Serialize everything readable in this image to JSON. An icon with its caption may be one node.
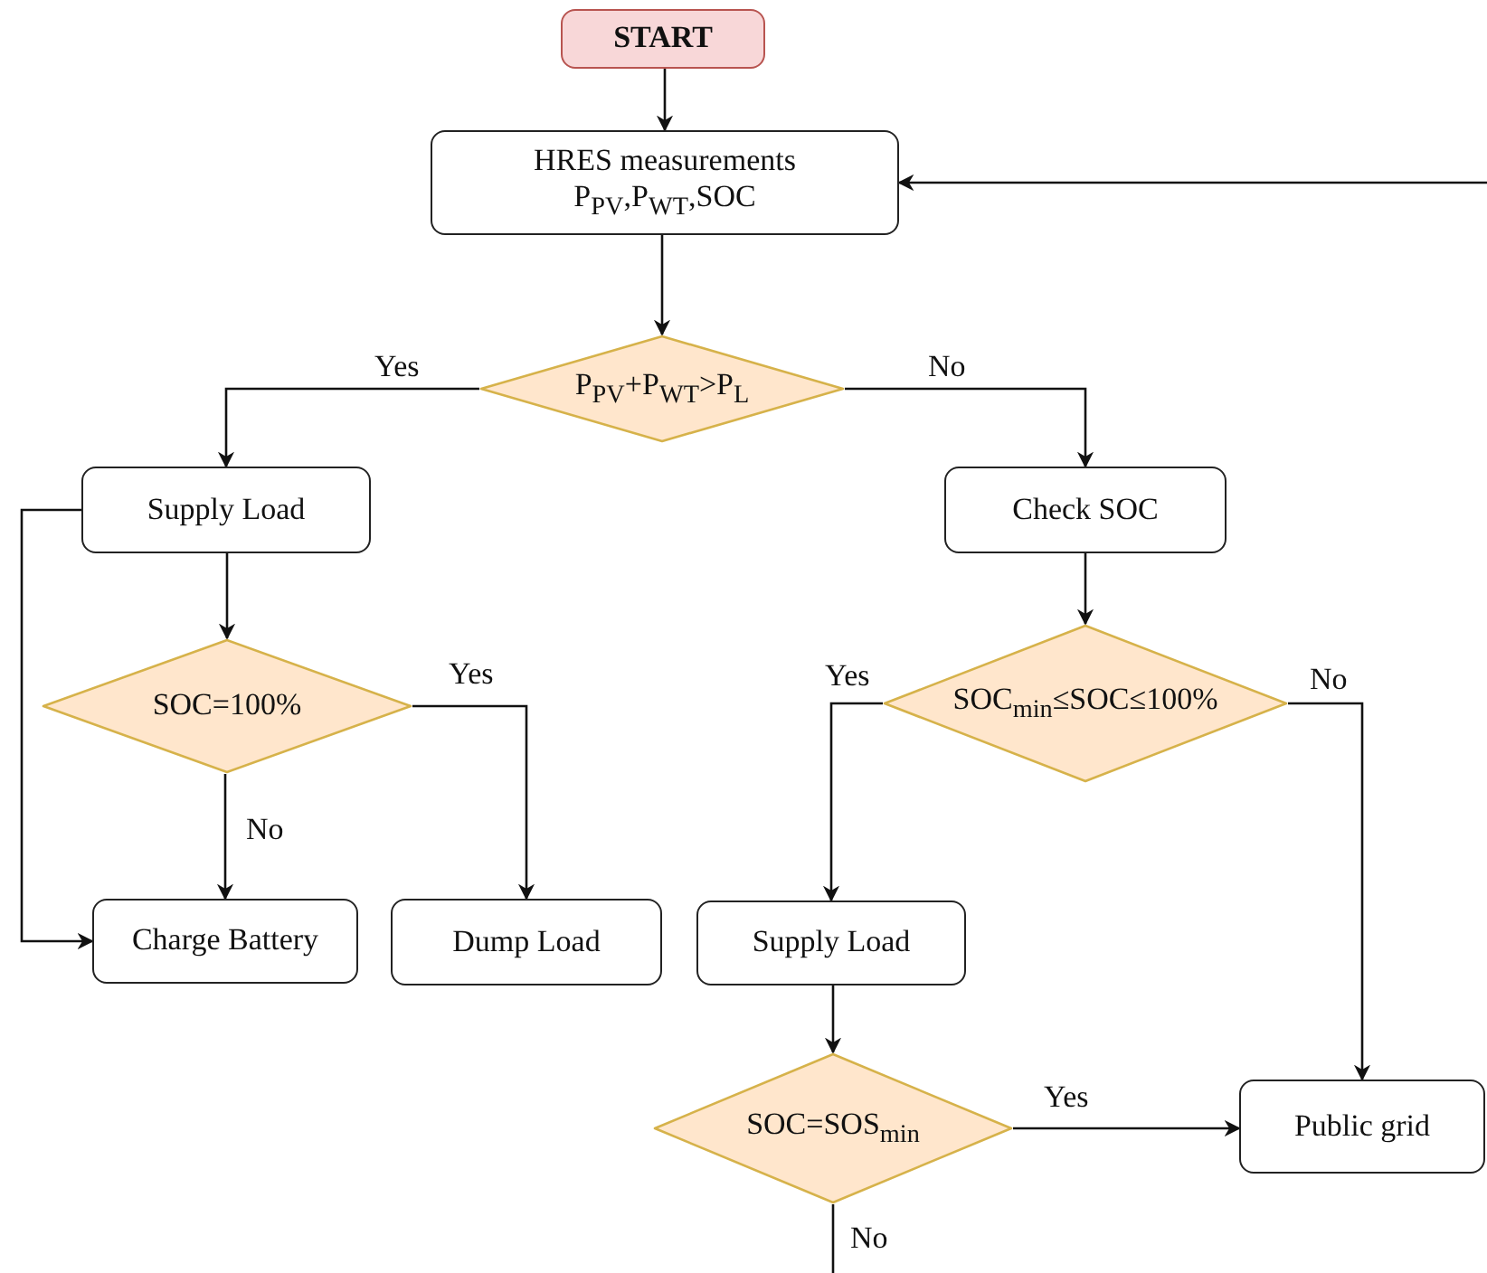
{
  "diagram": {
    "nodes": [
      {
        "text": [
          "START"
        ]
      },
      {
        "text": [
          "HRES measurements",
          "P$_{PV}$,P$_{WT}$,SOC"
        ]
      },
      {
        "text": [
          "P$_{PV}$+P$_{WT}$>P$_{L}$"
        ]
      },
      {
        "text": [
          "Supply Load"
        ]
      },
      {
        "text": [
          "Check SOC"
        ]
      },
      {
        "text": [
          "SOC=100%"
        ]
      },
      {
        "text": [
          "SOC$_{min}$≤SOC≤100%"
        ]
      },
      {
        "text": [
          "Charge Battery"
        ]
      },
      {
        "text": [
          "Dump Load"
        ]
      },
      {
        "text": [
          "Supply Load"
        ]
      },
      {
        "text": [
          "SOC=SOS$_{min}$"
        ]
      },
      {
        "text": [
          "Public grid"
        ]
      }
    ],
    "edges": [
      {
        "from": 0,
        "to": 1,
        "arrow": "to"
      },
      {
        "from": null,
        "to": 1,
        "arrow": "to"
      },
      {
        "from": 1,
        "to": 2,
        "arrow": "to"
      },
      {
        "from": 2,
        "to": 3,
        "label": "Yes",
        "arrow": "to"
      },
      {
        "from": 2,
        "to": 4,
        "label": "No",
        "arrow": "to"
      },
      {
        "from": 3,
        "to": 5,
        "arrow": "to"
      },
      {
        "from": 3,
        "to": 7,
        "arrow": "to"
      },
      {
        "from": 5,
        "to": 7,
        "label": "No",
        "arrow": "to"
      },
      {
        "from": 5,
        "to": 8,
        "label": "Yes",
        "arrow": "to"
      },
      {
        "from": 4,
        "to": 6,
        "arrow": "to"
      },
      {
        "from": 6,
        "to": 9,
        "label": "Yes",
        "arrow": "to"
      },
      {
        "from": 6,
        "to": 11,
        "label": "No",
        "arrow": "to"
      },
      {
        "from": 9,
        "to": 10,
        "arrow": "to"
      },
      {
        "from": 10,
        "to": 11,
        "label": "Yes",
        "arrow": "to"
      },
      {
        "from": 10,
        "to": null,
        "label": "No",
        "arrow": "none"
      }
    ]
  }
}
